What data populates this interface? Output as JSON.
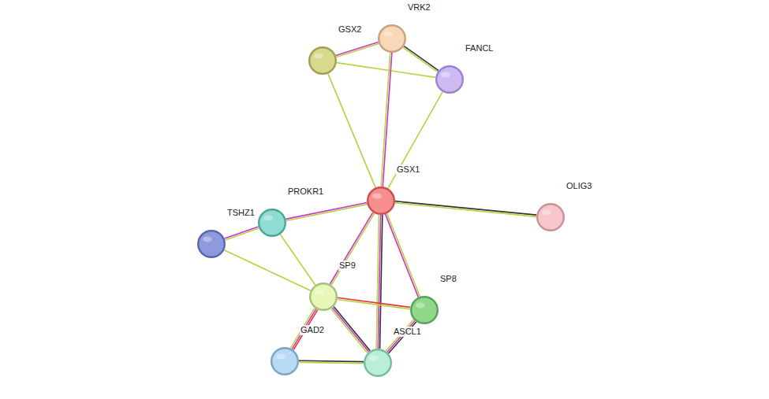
{
  "diagram": {
    "nodes": [
      {
        "text": [
          "VRK2"
        ]
      },
      {
        "text": [
          "GSX2"
        ]
      },
      {
        "text": [
          "FANCL"
        ]
      },
      {
        "text": [
          "GSX1"
        ]
      },
      {
        "text": [
          "PROKR1"
        ]
      },
      {
        "text": [
          "OLIG3"
        ]
      },
      {
        "text": [
          "TSHZ1"
        ]
      },
      {
        "text": [
          "SP9"
        ]
      },
      {
        "text": [
          "SP8"
        ]
      },
      {
        "text": [
          "GAD2"
        ]
      },
      {
        "text": [
          "ASCL1"
        ]
      }
    ],
    "edges": [
      {
        "from": 1,
        "to": 0,
        "arrow": "none"
      },
      {
        "from": 0,
        "to": 2,
        "arrow": "none"
      },
      {
        "from": 1,
        "to": 2,
        "arrow": "none"
      },
      {
        "from": 1,
        "to": 3,
        "arrow": "none"
      },
      {
        "from": 0,
        "to": 3,
        "arrow": "none"
      },
      {
        "from": 2,
        "to": 3,
        "arrow": "none"
      },
      {
        "from": 3,
        "to": 5,
        "arrow": "none"
      },
      {
        "from": 3,
        "to": 4,
        "arrow": "none"
      },
      {
        "from": 4,
        "to": 6,
        "arrow": "none"
      },
      {
        "from": 6,
        "to": 7,
        "arrow": "none"
      },
      {
        "from": 4,
        "to": 7,
        "arrow": "none"
      },
      {
        "from": 3,
        "to": 7,
        "arrow": "none"
      },
      {
        "from": 3,
        "to": 8,
        "arrow": "none"
      },
      {
        "from": 3,
        "to": 10,
        "arrow": "none"
      },
      {
        "from": 7,
        "to": 8,
        "arrow": "none"
      },
      {
        "from": 7,
        "to": 10,
        "arrow": "none"
      },
      {
        "from": 7,
        "to": 9,
        "arrow": "none"
      },
      {
        "from": 9,
        "to": 10,
        "arrow": "none"
      },
      {
        "from": 8,
        "to": 10,
        "arrow": "none"
      }
    ]
  }
}
